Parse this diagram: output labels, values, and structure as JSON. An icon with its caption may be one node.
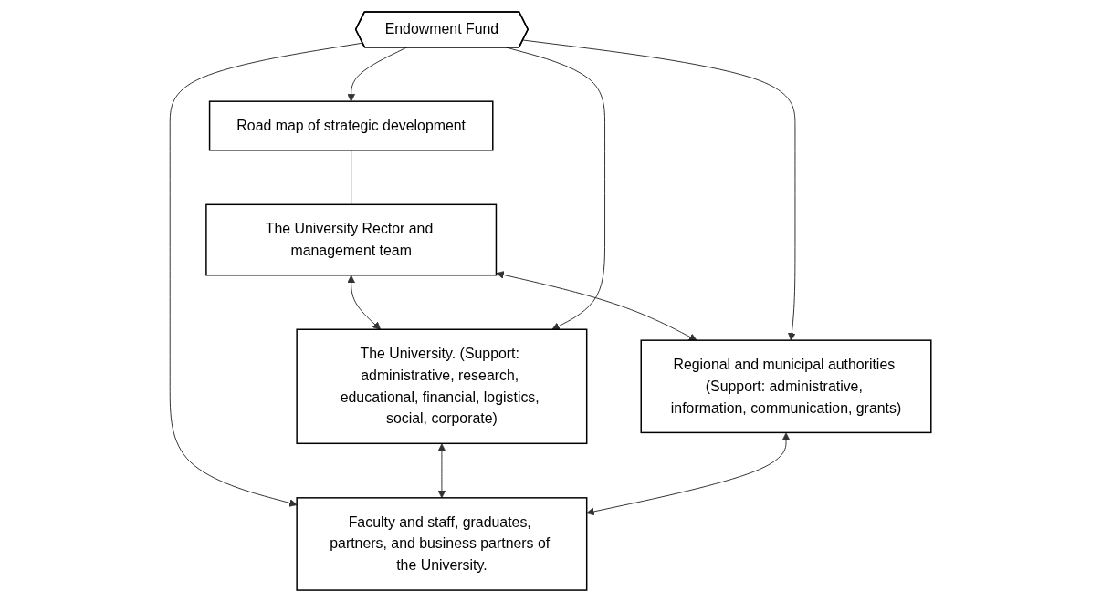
{
  "diagram": {
    "nodes": [
      {
        "text": [
          "The University Rector and management team"
        ]
      },
      {
        "text": [
          "Road map of strategic development"
        ]
      },
      {
        "text": [
          "The University. (Support: administrative, research, educational, financial, logistics, social, corporate)"
        ]
      },
      {
        "text": [
          "Endowment Fund"
        ]
      },
      {
        "text": [
          "Regional and municipal authorities (Support: administrative, information, communication, grants)"
        ]
      },
      {
        "text": [
          "Faculty and staff, graduates, partners, and business partners of the University."
        ]
      }
    ],
    "edges": [
      {
        "from": 0,
        "to": 2,
        "arrow": "both"
      },
      {
        "from": 1,
        "to": 0,
        "arrow": "none"
      },
      {
        "from": 0,
        "to": 4,
        "arrow": "both"
      },
      {
        "from": 3,
        "to": 1,
        "arrow": "to"
      },
      {
        "from": 3,
        "to": 2,
        "arrow": "to"
      },
      {
        "from": 3,
        "to": 4,
        "arrow": "to"
      },
      {
        "from": 3,
        "to": 5,
        "arrow": "to"
      },
      {
        "from": 2,
        "to": 5,
        "arrow": "both"
      },
      {
        "from": 4,
        "to": 5,
        "arrow": "both"
      }
    ]
  }
}
